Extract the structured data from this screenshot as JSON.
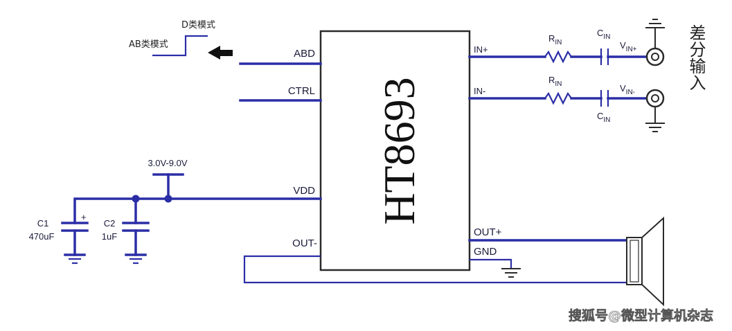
{
  "chip": {
    "name": "HT8693"
  },
  "pins": {
    "abd": "ABD",
    "ctrl": "CTRL",
    "vdd": "VDD",
    "out_minus": "OUT-",
    "in_plus": "IN+",
    "in_minus": "IN-",
    "out_plus": "OUT+",
    "gnd": "GND"
  },
  "mode": {
    "d_class": "D类模式",
    "ab_class": "AB类模式"
  },
  "supply": {
    "range": "3.0V-9.0V"
  },
  "capacitors": [
    {
      "name": "C1",
      "value": "470uF",
      "polarity": "+"
    },
    {
      "name": "C2",
      "value": "1uF"
    }
  ],
  "input": {
    "r_base": "R",
    "r_sub": "IN",
    "c_base": "C",
    "c_sub": "IN",
    "v_base": "V",
    "v_plus_sub": "IN+",
    "v_minus_sub": "IN-",
    "differential_label": "差分输入"
  },
  "watermark": "搜狐号@微型计算机杂志",
  "colors": {
    "wire": "#2b2ea6",
    "text": "#1a1a3a"
  }
}
